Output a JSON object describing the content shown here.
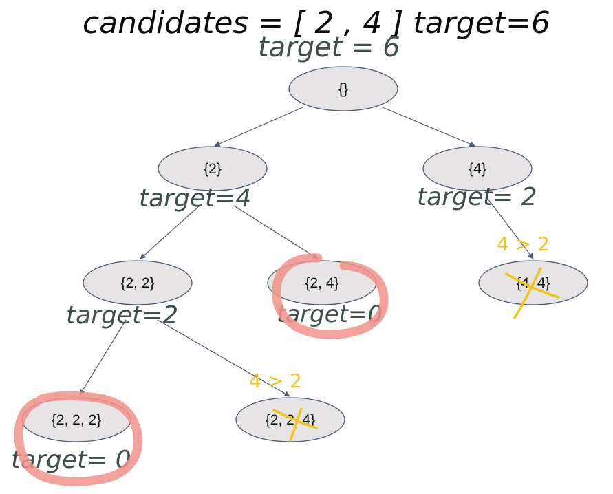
{
  "header": {
    "problem": "candidates = [ 2 , 4 ]   target=6",
    "root_target": "target = 6"
  },
  "nodes": {
    "root": "{}",
    "n2": "{2}",
    "n4": "{4}",
    "n22": "{2, 2}",
    "n24": "{2, 4}",
    "n44": "{4, 4}",
    "n222": "{2, 2, 2}",
    "n224": "{2, 2, 4}"
  },
  "annotations": {
    "t_n2": "target=4",
    "t_n4": "target= 2",
    "t_n22": "target=2",
    "t_n24": "target=0",
    "t_n222": "target= 0",
    "prune_n44": "4 > 2",
    "prune_n224": "4 > 2"
  },
  "colors": {
    "node_fill": "#e6e4e5",
    "edge": "#4d5a70",
    "success_circle": "#f1908a",
    "prune_mark": "#efc51c",
    "handwriting": "#3f4f4c"
  }
}
